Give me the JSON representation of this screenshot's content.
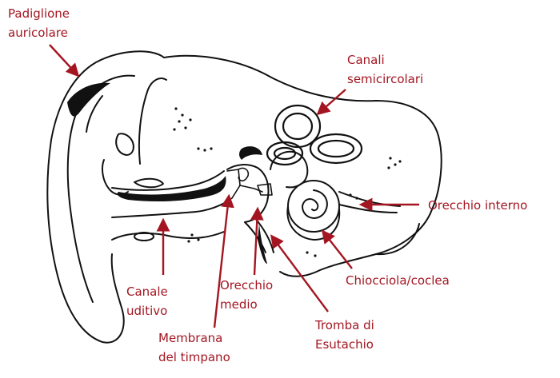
{
  "labels": {
    "padiglione_1": "Padiglione",
    "padiglione_2": "auricolare",
    "canali_1": "Canali",
    "canali_2": "semicircolari",
    "orecchio_interno": "Orecchio interno",
    "chiocciola": "Chiocciola/coclea",
    "tromba_1": "Tromba di",
    "tromba_2": "Esutachio",
    "orecchio_medio_1": "Orecchio",
    "orecchio_medio_2": "medio",
    "membrana_1": "Membrana",
    "membrana_2": "del timpano",
    "canale_uditivo_1": "Canale",
    "canale_uditivo_2": "uditivo"
  },
  "colors": {
    "label": "#a31621",
    "arrow": "#a31621",
    "drawing": "#111111"
  }
}
